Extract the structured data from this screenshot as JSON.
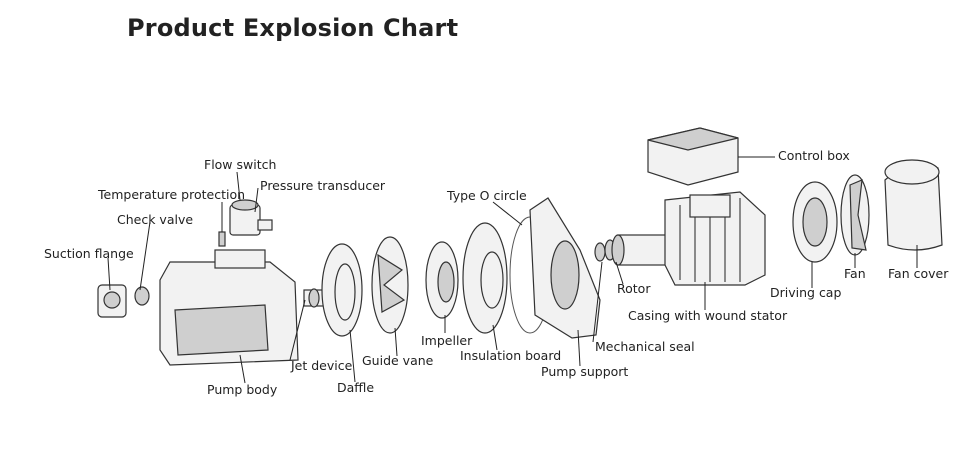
{
  "title": "Product Explosion Chart",
  "labels": {
    "suction_flange": "Suction flange",
    "check_valve": "Check valve",
    "temperature_protection": "Temperature protection",
    "flow_switch": "Flow switch",
    "pressure_transducer": "Pressure transducer",
    "pump_body": "Pump body",
    "jet_device": "Jet device",
    "daffle": "Daffle",
    "guide_vane": "Guide vane",
    "impeller": "Impeller",
    "insulation_board": "Insulation board",
    "type_o_circle": "Type O circle",
    "pump_support": "Pump support",
    "mechanical_seal": "Mechanical seal",
    "rotor": "Rotor",
    "casing_with_wound_stator": "Casing with wound stator",
    "control_box": "Control box",
    "driving_cap": "Driving cap",
    "fan": "Fan",
    "fan_cover": "Fan cover"
  }
}
